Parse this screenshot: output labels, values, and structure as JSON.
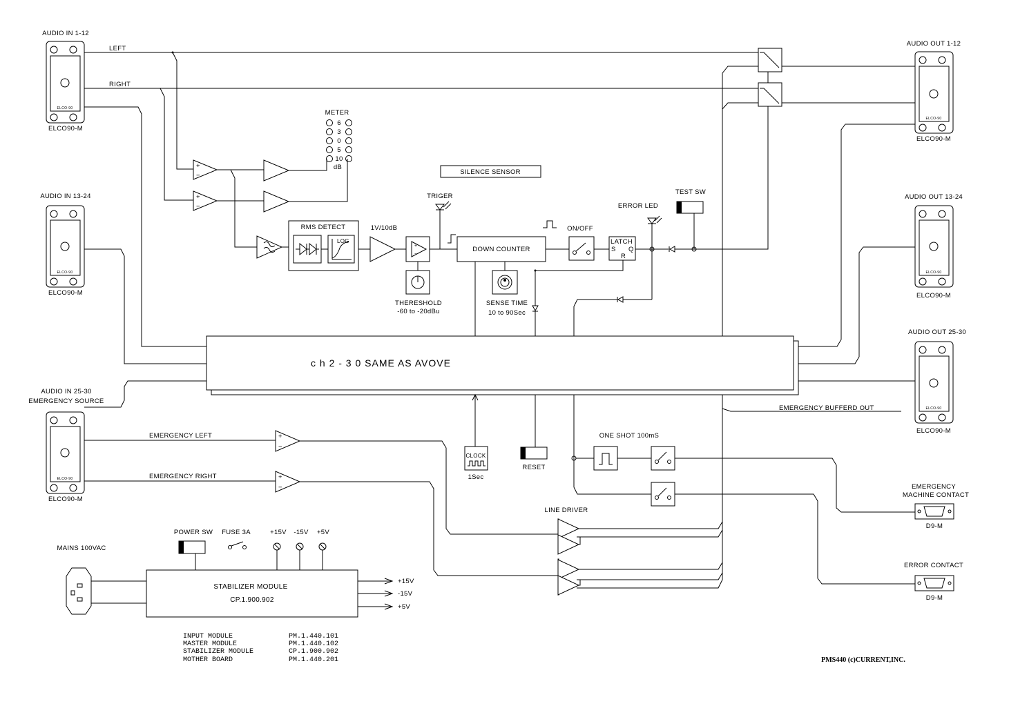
{
  "connectors": {
    "audio_in_1_12": "AUDIO IN 1-12",
    "audio_in_13_24": "AUDIO IN 13-24",
    "audio_in_25_30_l1": "AUDIO IN 25-30",
    "audio_in_25_30_l2": "EMERGENCY SOURCE",
    "audio_out_1_12": "AUDIO OUT 1-12",
    "audio_out_13_24": "AUDIO OUT 13-24",
    "audio_out_25_30": "AUDIO OUT 25-30",
    "part": "ELCO90-M",
    "face": "ELCO-90"
  },
  "signals": {
    "left": "LEFT",
    "right": "RIGHT",
    "emergency_left": "EMERGENCY LEFT",
    "emergency_right": "EMERGENCY RIGHT",
    "emergency_buffered_out": "EMERGENCY BUFFERD OUT"
  },
  "meter": {
    "title": "METER",
    "levels": [
      "6",
      "3",
      "0",
      "5",
      "10"
    ],
    "unit": "dB"
  },
  "silence_sensor": "SILENCE SENSOR",
  "rms_detect": "RMS DETECT",
  "log_label": "LOG",
  "scale_label": "1V/10dB",
  "trigger": "TRIGER",
  "down_counter": "DOWN COUNTER",
  "on_off": "ON/OFF",
  "latch": {
    "title": "LATCH",
    "s": "S",
    "q": "Q",
    "r": "R"
  },
  "error_led": "ERROR LED",
  "test_sw": "TEST SW",
  "threshold": {
    "title": "THERESHOLD",
    "range": "-60 to -20dBu"
  },
  "sense_time": {
    "title": "SENSE TIME",
    "range": "10 to 90Sec"
  },
  "channel_block": "c h 2 - 3 0  SAME AS AVOVE",
  "clock": {
    "title": "CLOCK",
    "period": "1Sec"
  },
  "reset": "RESET",
  "one_shot": "ONE SHOT 100mS",
  "line_driver": "LINE DRIVER",
  "emergency_contact": {
    "l1": "EMERGENCY",
    "l2": "MACHINE CONTACT",
    "part": "D9-M"
  },
  "error_contact": {
    "title": "ERROR CONTACT",
    "part": "D9-M"
  },
  "power": {
    "mains": "MAINS 100VAC",
    "power_sw": "POWER SW",
    "fuse": "FUSE 3A",
    "rails": [
      "+15V",
      "-15V",
      "+5V"
    ],
    "stabilizer_title": "STABILIZER MODULE",
    "stabilizer_part": "CP.1.900.902",
    "outputs": [
      "+15V",
      "-15V",
      "+5V"
    ]
  },
  "modules": [
    {
      "name": "INPUT MODULE",
      "part": "PM.1.440.101"
    },
    {
      "name": "MASTER MODULE",
      "part": "PM.1.440.102"
    },
    {
      "name": "STABILIZER MODULE",
      "part": "CP.1.900.902"
    },
    {
      "name": "MOTHER BOARD",
      "part": "PM.1.440.201"
    }
  ],
  "footer": "PMS440 (c)CURRENT,INC."
}
